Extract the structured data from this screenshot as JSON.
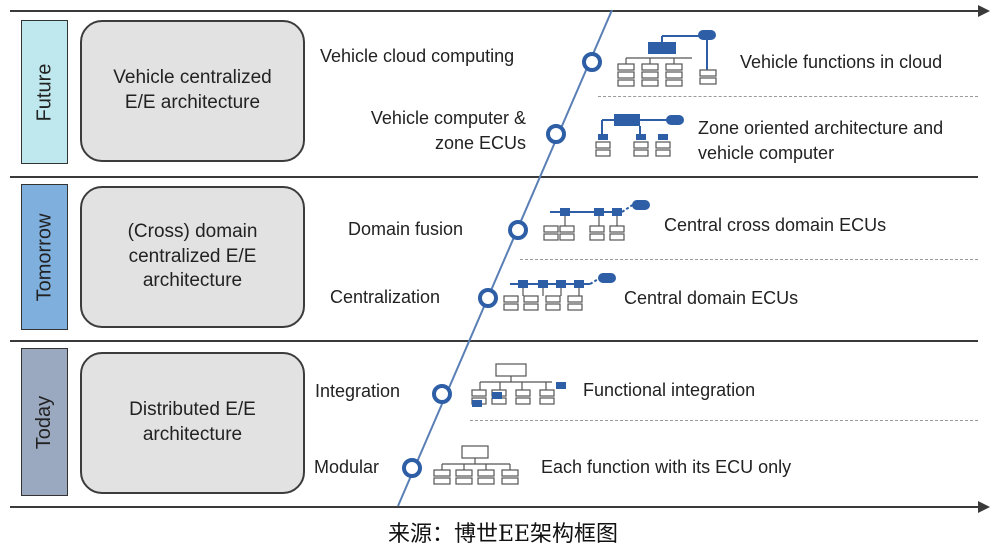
{
  "eras": [
    {
      "label": "Future",
      "color": "#bfe8ee",
      "architecture": "Vehicle centralized\nE/E architecture"
    },
    {
      "label": "Tomorrow",
      "color": "#7fb0dd",
      "architecture": "(Cross) domain\ncentralized E/E\narchitecture"
    },
    {
      "label": "Today",
      "color": "#9aa9bf",
      "architecture": "Distributed E/E\narchitecture"
    }
  ],
  "steps": [
    {
      "label": "Vehicle cloud computing",
      "description": "Vehicle functions in cloud",
      "icon": "cloud-network-icon"
    },
    {
      "label": "Vehicle computer &\nzone ECUs",
      "description": "Zone oriented architecture and\nvehicle computer",
      "icon": "zone-network-icon"
    },
    {
      "label": "Domain fusion",
      "description": "Central cross domain ECUs",
      "icon": "cross-domain-network-icon"
    },
    {
      "label": "Centralization",
      "description": "Central domain ECUs",
      "icon": "domain-network-icon"
    },
    {
      "label": "Integration",
      "description": "Functional integration",
      "icon": "integration-network-icon"
    },
    {
      "label": "Modular",
      "description": "Each function with its ECU only",
      "icon": "modular-network-icon"
    }
  ],
  "caption": "来源：博世EE架构框图",
  "colors": {
    "accent": "#2d5ea6",
    "line": "#5a7fb5"
  }
}
